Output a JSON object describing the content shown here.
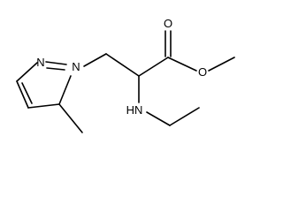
{
  "molecule": {
    "atoms": {
      "pyrazole_n2": "N",
      "pyrazole_n1": "N",
      "ester_o_carbonyl": "O",
      "ester_o_ether": "O",
      "amine": "HN"
    }
  },
  "colors": {
    "bond": "#000000",
    "label": "#000000",
    "background": "#ffffff"
  }
}
